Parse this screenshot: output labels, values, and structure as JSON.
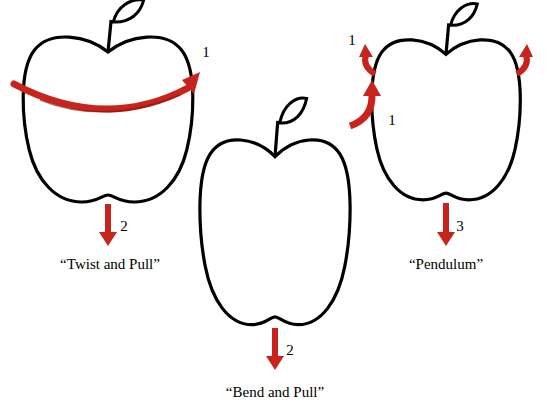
{
  "diagram": {
    "labels": [
      "1",
      "2",
      "“Twist and Pull”",
      "1",
      "3",
      "“Pendulum”",
      "1",
      "2",
      "“Bend and Pull”"
    ]
  }
}
